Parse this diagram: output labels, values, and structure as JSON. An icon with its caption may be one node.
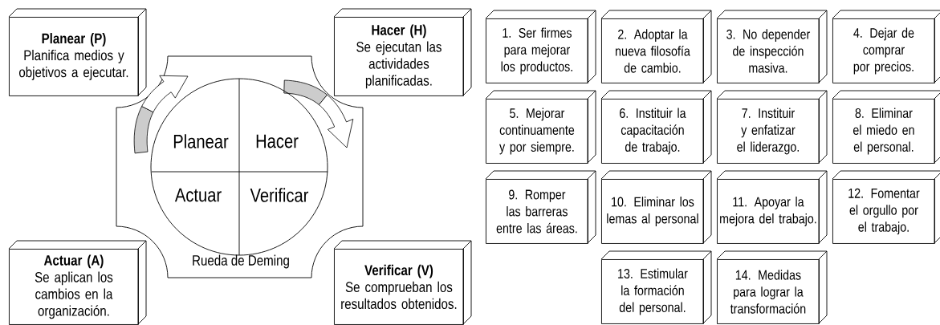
{
  "diagram": {
    "nodes": [
      {
        "text": [
          "Planear (P)",
          "Planifica medios y objetivos a ejecutar."
        ]
      },
      {
        "text": [
          "Hacer (H)",
          "Se ejecutan las actividades planificadas."
        ]
      },
      {
        "text": [
          "Actuar (A)",
          "Se aplican los cambios en la organización."
        ]
      },
      {
        "text": [
          "Verificar (V)",
          "Se comprueban los resultados obtenidos."
        ]
      },
      {
        "text": [
          "Rueda de Deming"
        ]
      },
      {
        "text": [
          "Planear",
          "Hacer",
          "Actuar",
          "Verificar"
        ],
        "in": 4
      },
      {
        "text": [
          "1. Ser firmes para mejorar los productos."
        ]
      },
      {
        "text": [
          "2. Adoptar la nueva filosofía de cambio."
        ]
      },
      {
        "text": [
          "3. No depender de inspección masiva."
        ]
      },
      {
        "text": [
          "4. Dejar de comprar por precios."
        ]
      },
      {
        "text": [
          "5. Mejorar continuamente y por siempre."
        ]
      },
      {
        "text": [
          "6. Instituir la capacitación de trabajo."
        ]
      },
      {
        "text": [
          "7. Instituir y enfatizar el liderazgo."
        ]
      },
      {
        "text": [
          "8. Eliminar el miedo en el personal."
        ]
      },
      {
        "text": [
          "9. Romper las barreras entre las áreas."
        ]
      },
      {
        "text": [
          "10. Eliminar los lemas al personal"
        ]
      },
      {
        "text": [
          "11. Apoyar la mejora del trabajo."
        ]
      },
      {
        "text": [
          "12. Fomentar el orgullo por el trabajo."
        ]
      },
      {
        "text": [
          "13. Estimular la formación del personal."
        ]
      },
      {
        "text": [
          "14. Medidas para lograr la transformación"
        ]
      }
    ]
  }
}
